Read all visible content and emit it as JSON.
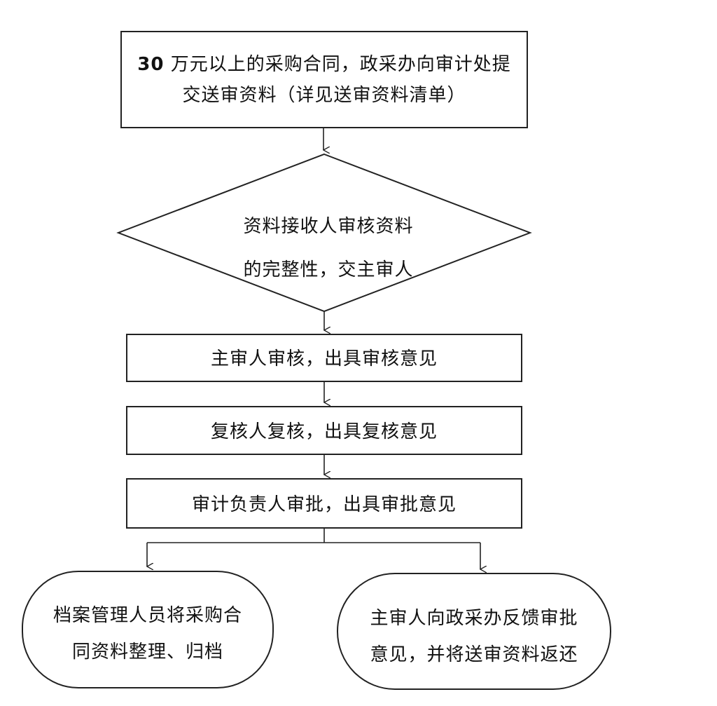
{
  "flowchart": {
    "step1": {
      "line1_amount": "30",
      "line1_rest": " 万元以上的采购合同，政采办向审计处提",
      "line2": "交送审资料（详见送审资料清单）"
    },
    "decision": {
      "line1": "资料接收人审核资料",
      "line2": "的完整性，交主审人"
    },
    "step3": {
      "text": "主审人审核，出具审核意见"
    },
    "step4": {
      "text": "复核人复核，出具复核意见"
    },
    "step5": {
      "text": "审计负责人审批，出具审批意见"
    },
    "end_left": {
      "line1": "档案管理人员将采购合",
      "line2": "同资料整理、归档"
    },
    "end_right": {
      "line1": "主审人向政采办反馈审批",
      "line2": "意见，并将送审资料返还"
    }
  }
}
